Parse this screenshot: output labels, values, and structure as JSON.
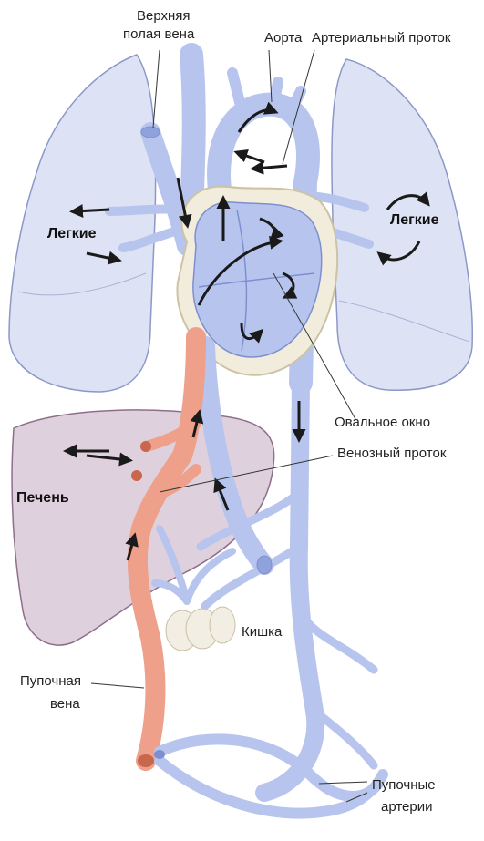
{
  "labels": {
    "svc_line1": "Верхняя",
    "svc_line2": "полая вена",
    "aorta": "Аорта",
    "ductus_arteriosus": "Артериальный проток",
    "lungs_left": "Легкие",
    "lungs_right": "Легкие",
    "oval_window": "Овальное окно",
    "venous_duct": "Венозный проток",
    "liver": "Печень",
    "intestine": "Кишка",
    "umb_vein_line1": "Пупочная",
    "umb_vein_line2": "вена",
    "umb_art_line1": "Пупочные",
    "umb_art_line2": "артерии"
  },
  "colors": {
    "lung_fill": "#dde3f4",
    "lung_stroke": "#8c98c8",
    "vessel_blue": "#b7c5ee",
    "vessel_blue_dark": "#7d8fcf",
    "vein_red": "#eea08a",
    "vein_red_dark": "#c8664e",
    "liver_fill": "#d8c8d6",
    "liver_stroke": "#8e6f8a",
    "heart_outline": "#f1ecdc",
    "arrow": "#1a1a1a"
  }
}
